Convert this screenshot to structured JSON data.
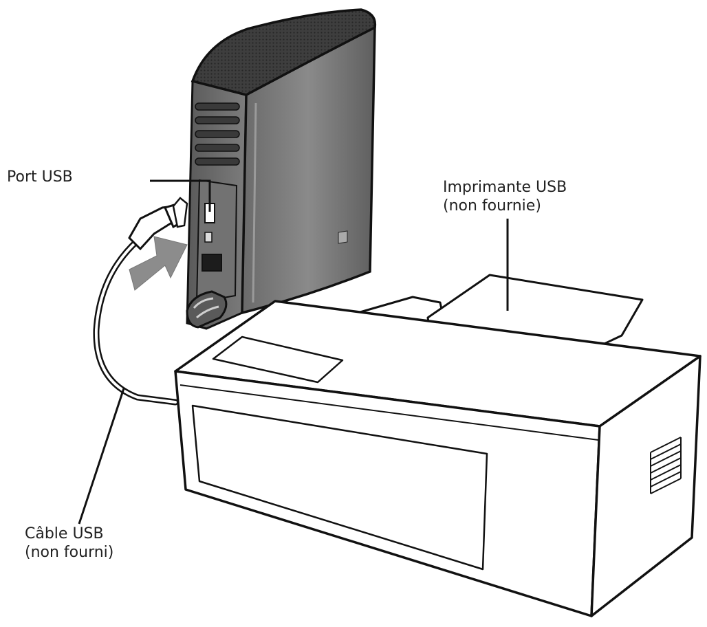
{
  "labels": {
    "port_usb": "Port USB",
    "printer_line1": "Imprimante USB",
    "printer_line2": "(non fournie)",
    "cable_line1": "Câble USB",
    "cable_line2": "(non fourni)"
  },
  "colors": {
    "line": "#111111",
    "drive_body": "#7a7a7a",
    "drive_top": "#4a4a4a",
    "arrow": "#8c8c8c",
    "printer_fill": "#ffffff"
  }
}
